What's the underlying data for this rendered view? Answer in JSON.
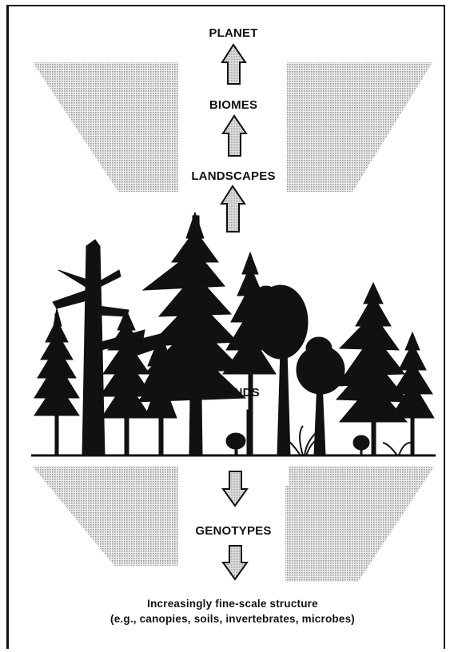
{
  "levels": {
    "planet": "PLANET",
    "biomes": "BIOMES",
    "landscapes": "LANDSCAPES",
    "stands": "STANDS",
    "genotypes": "GENOTYPES"
  },
  "caption": {
    "line1": "Increasingly fine-scale structure",
    "line2": "(e.g., canopies, soils, invertebrates, microbes)"
  },
  "colors": {
    "ink": "#111111",
    "stipple": "#d4d4d4",
    "arrow_fill": "#cfcfcf"
  }
}
